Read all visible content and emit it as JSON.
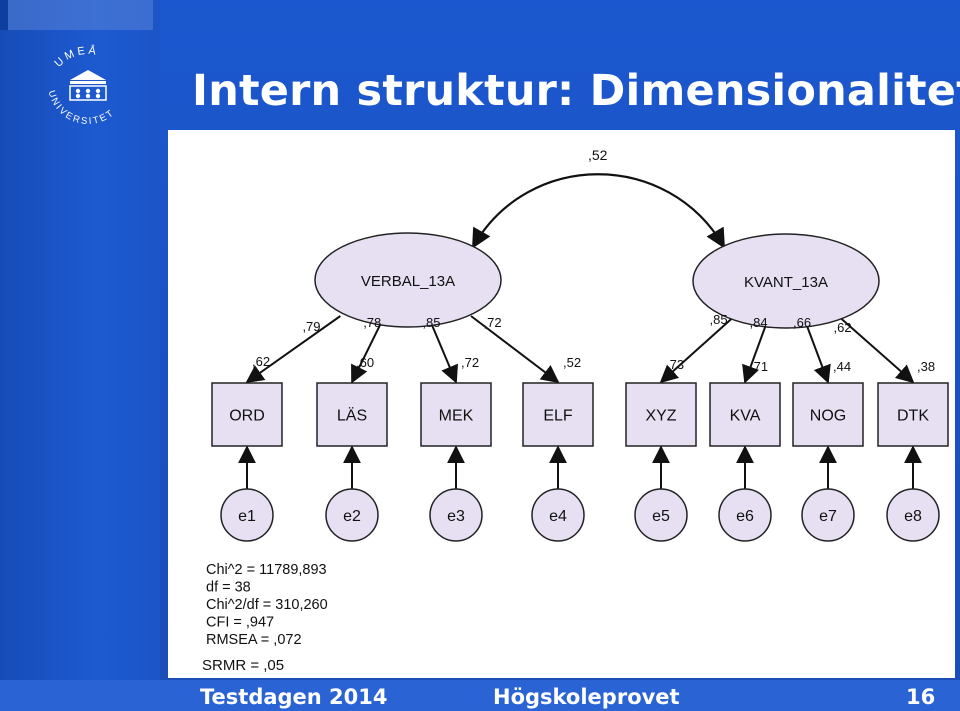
{
  "slide": {
    "title": "Intern struktur: Dimensionalitet",
    "logo_text": "UMEÅ UNIVERSITET",
    "footer_left": "Testdagen 2014",
    "footer_center": "Högskoleprovet",
    "page_number": "16"
  },
  "diagram": {
    "latent": [
      {
        "name": "VERBAL_13A"
      },
      {
        "name": "KVANT_13A"
      }
    ],
    "correlation": ",52",
    "observed": [
      {
        "name": "ORD",
        "loading": ",79",
        "r2": ",62",
        "error": "e1"
      },
      {
        "name": "LÄS",
        "loading": ",78",
        "r2": ",60",
        "error": "e2"
      },
      {
        "name": "MEK",
        "loading": ",85",
        "r2": ",72",
        "error": "e3"
      },
      {
        "name": "ELF",
        "loading": ",72",
        "r2": ",52",
        "error": "e4"
      },
      {
        "name": "XYZ",
        "loading": ",85",
        "r2": ",73",
        "error": "e5"
      },
      {
        "name": "KVA",
        "loading": ",84",
        "r2": ",71",
        "error": "e6"
      },
      {
        "name": "NOG",
        "loading": ",66",
        "r2": ",44",
        "error": "e7"
      },
      {
        "name": "DTK",
        "loading": ",62",
        "r2": ",38",
        "error": "e8"
      }
    ],
    "fit_stats": [
      "Chi^2 = 11789,893",
      "df = 38",
      "Chi^2/df = 310,260",
      "CFI = ,947",
      "RMSEA = ,072",
      "SRMR = ,05"
    ]
  },
  "colors": {
    "background": "#1a54c4",
    "node_fill": "#e6e0f2",
    "node_stroke": "#222222"
  }
}
